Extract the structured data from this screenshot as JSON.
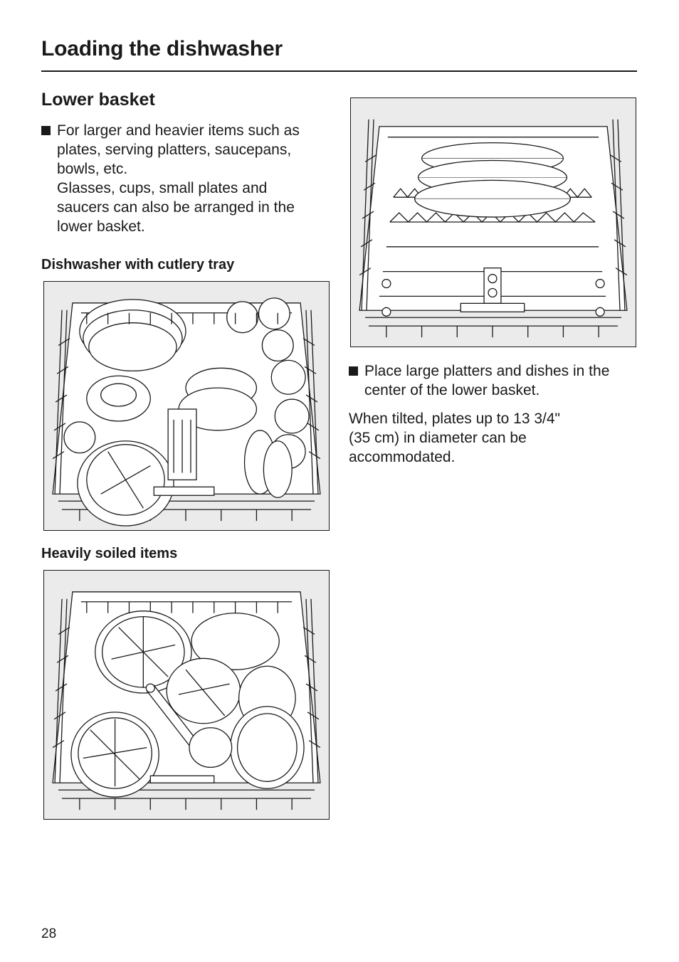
{
  "header": {
    "title": "Loading the dishwasher"
  },
  "left_column": {
    "section_title": "Lower basket",
    "bullet_1": "For larger and heavier items such as\nplates, serving platters, saucepans,\nbowls, etc.\nGlasses, cups, small plates and\nsaucers can also be arranged in the\nlower basket.",
    "heading_cutlery": "Dishwasher with cutlery tray",
    "heading_soiled": "Heavily soiled items"
  },
  "right_column": {
    "bullet_2": "Place large platters and dishes in the\ncenter of the lower basket.",
    "note": "When tilted, plates up to 13 3/4\"\n(35 cm) in diameter can be\n accommodated."
  },
  "footer": {
    "page_number": "28"
  }
}
